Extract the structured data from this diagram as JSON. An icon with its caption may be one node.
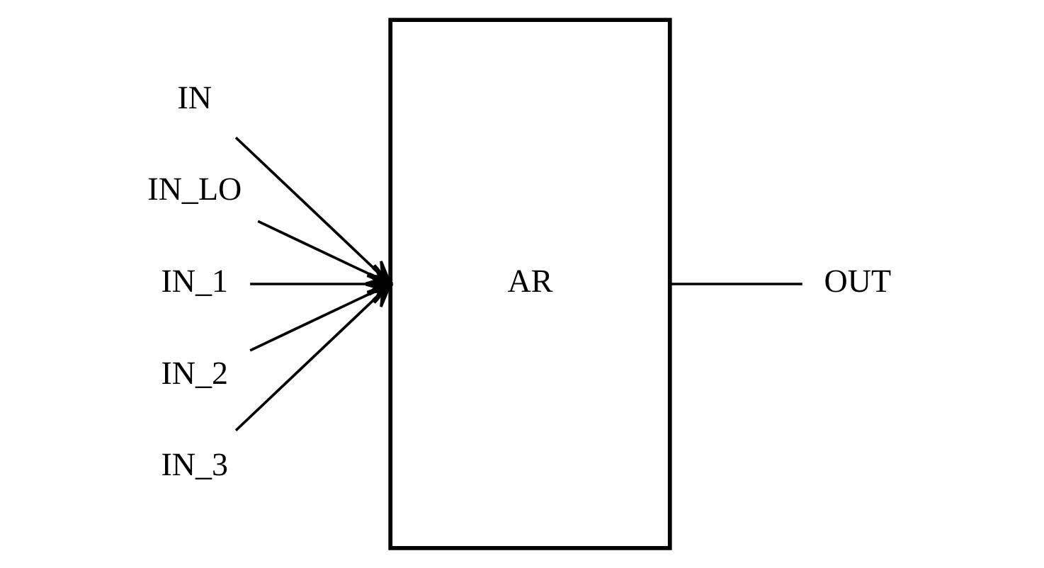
{
  "diagram": {
    "nodes": [
      {
        "text": [
          "IN"
        ]
      },
      {
        "text": [
          "IN_LO"
        ]
      },
      {
        "text": [
          "IN_1"
        ]
      },
      {
        "text": [
          "IN_2"
        ]
      },
      {
        "text": [
          "IN_3"
        ]
      },
      {
        "text": [
          "AR"
        ]
      },
      {
        "text": [
          "OUT"
        ]
      }
    ],
    "edges": [
      {
        "from": 0,
        "to": 5,
        "arrow": "to"
      },
      {
        "from": 1,
        "to": 5,
        "arrow": "to"
      },
      {
        "from": 2,
        "to": 5,
        "arrow": "to"
      },
      {
        "from": 3,
        "to": 5,
        "arrow": "to"
      },
      {
        "from": 4,
        "to": 5,
        "arrow": "to"
      },
      {
        "from": 5,
        "to": 6,
        "arrow": "none"
      }
    ]
  }
}
